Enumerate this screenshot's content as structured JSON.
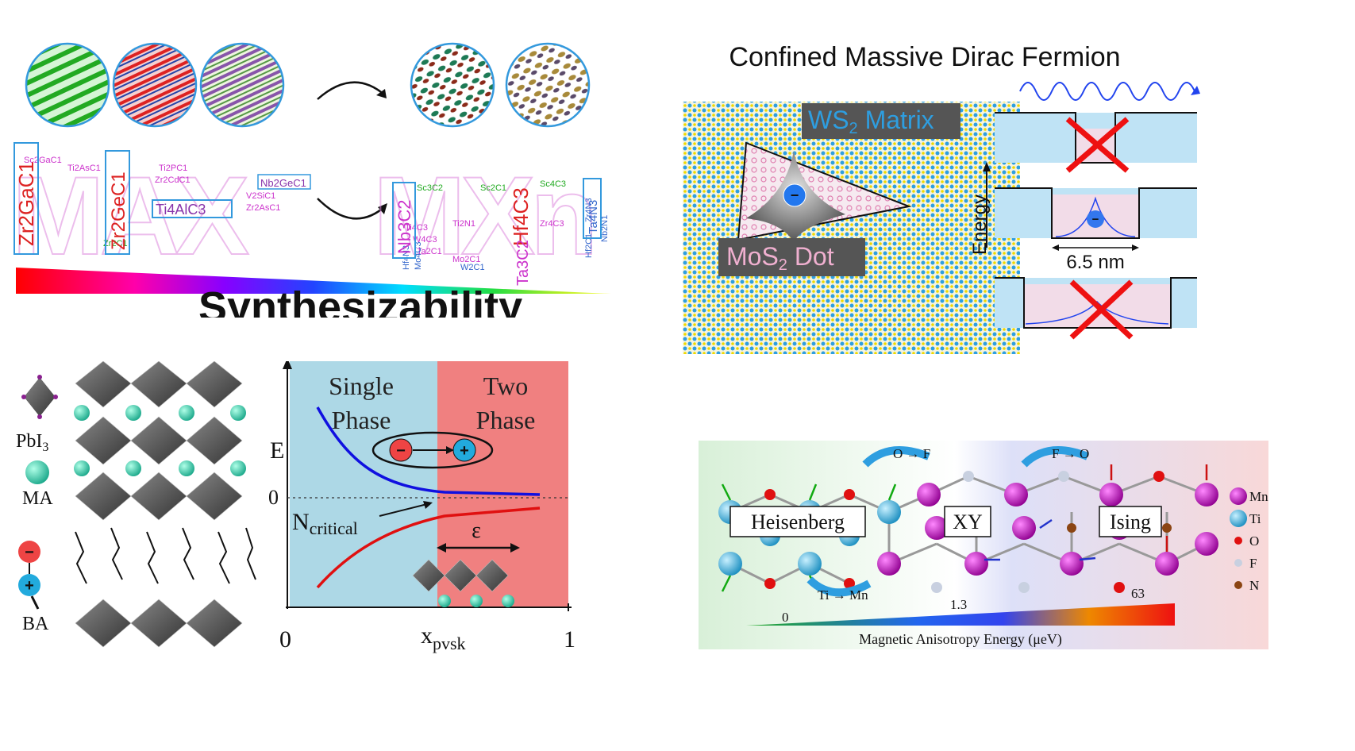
{
  "max_panel": {
    "title": "Synthesizability",
    "big_words": [
      "MAX",
      "MXn"
    ],
    "boxed_labels": [
      "Zr2GaC1",
      "Zr2GeC1",
      "Ti4AlC3",
      "Nb2GeC1",
      "Nb3C2",
      "Hf4C3",
      "Ta3C2",
      "Ta4N3"
    ],
    "small_labels": [
      "Ti2AsC1",
      "V2SiC1",
      "Zr2AsC1",
      "Ti2PC1",
      "Zr2CdC1",
      "Sc2GaC1",
      "Zr2C1",
      "Sc3C2",
      "Ti4C3",
      "W4C3",
      "Ta2C1",
      "Ti2N1",
      "Sc2C1",
      "Zr4C3",
      "Sc4C3",
      "Hf2C1",
      "Nb2N1",
      "Hf4N3",
      "Mo4C3",
      "W2C1",
      "Mo2C1",
      "Zr4N3"
    ],
    "colors": {
      "magenta": "#cc33cc",
      "red": "#e02020",
      "green": "#22aa22",
      "blue": "#3366cc"
    }
  },
  "dirac_panel": {
    "title": "Confined Massive Dirac Fermion",
    "matrix_label_main": "WS",
    "matrix_label_sub": "2",
    "matrix_label_rest": " Matrix",
    "dot_label_main": "MoS",
    "dot_label_sub": "2",
    "dot_label_rest": " Dot",
    "energy_axis": "Energy",
    "width_label": "6.5 nm",
    "electron_symbol": "−"
  },
  "pvsk_panel": {
    "legend": {
      "pbi3": "PbI",
      "pbi3_sub": "3",
      "ma": "MA",
      "ba": "BA",
      "minus": "−",
      "plus": "+"
    },
    "region_left": [
      "Single",
      "Phase"
    ],
    "region_right": [
      "Two",
      "Phase"
    ],
    "y_label": "E",
    "y_zero": "0",
    "n_label": "N",
    "n_sub": "critical",
    "epsilon": "ε",
    "x_zero": "0",
    "x_label": "x",
    "x_sub": "pvsk",
    "x_one": "1",
    "colors": {
      "single": "#add8e6",
      "two": "#f08080",
      "upper": "#1010e0",
      "lower": "#e01010"
    }
  },
  "mag_panel": {
    "labels": [
      "Heisenberg",
      "XY",
      "Ising"
    ],
    "arrows": [
      "O → F",
      "F → O",
      "Ti → Mn"
    ],
    "ticks": [
      "0",
      "1.3",
      "63"
    ],
    "axis": "Magnetic Anisotropy Energy (μeV)",
    "legend": [
      {
        "name": "Mn",
        "color": "#b000b0"
      },
      {
        "name": "Ti",
        "color": "#2eb8e6"
      },
      {
        "name": "O",
        "color": "#e01010"
      },
      {
        "name": "F",
        "color": "#c8d0e0"
      },
      {
        "name": "N",
        "color": "#8b4513"
      }
    ]
  }
}
